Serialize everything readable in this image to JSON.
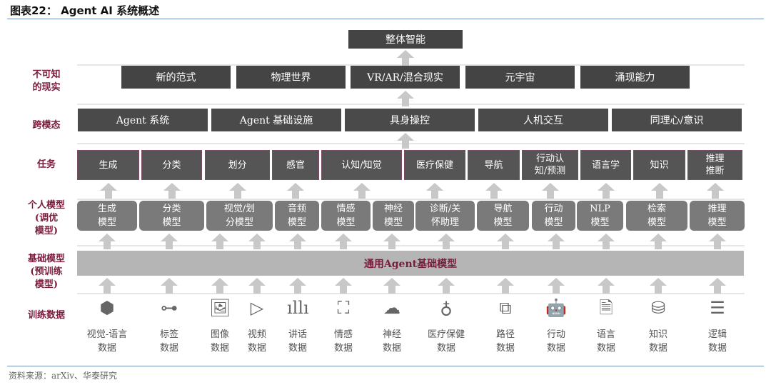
{
  "title": "图表22： Agent AI 系统概述",
  "top": "整体智能",
  "row_labels": {
    "emergent": "不可知\n的现实",
    "cross": "跨模态",
    "task": "任务",
    "personal": "个人模型\n(调优\n模型)",
    "base": "基础模型\n(预训练\n模型)",
    "data": "训练数据"
  },
  "emergent": [
    "新的范式",
    "物理世界",
    "VR/AR/混合现实",
    "元宇宙",
    "涌现能力"
  ],
  "cross": [
    "Agent 系统",
    "Agent 基础设施",
    "具身操控",
    "人机交互",
    "同理心/意识"
  ],
  "tasks": [
    "生成",
    "分类",
    "划分",
    "感官",
    "认知/知觉",
    "医疗保健",
    "导航",
    "行动认\n知/预测",
    "语言学",
    "知识",
    "推理\n推断"
  ],
  "models": [
    "生成\n模型",
    "分类\n模型",
    "视觉/划\n分模型",
    "音频\n模型",
    "情感\n模型",
    "神经\n模型",
    "诊断/关\n怀助理",
    "导航\n模型",
    "行动\n模型",
    "NLP\n模型",
    "检索\n模型",
    "推理\n模型"
  ],
  "foundation": "通用Agent基础模型",
  "data": [
    {
      "icon": "hexagon-leaf-icon",
      "glyph": "⬢",
      "label": "视觉-语言\n数据"
    },
    {
      "icon": "tree-label-icon",
      "glyph": "⊶",
      "label": "标签\n数据"
    },
    {
      "icon": "image-icon",
      "glyph": "🖼",
      "label": "图像\n数据"
    },
    {
      "icon": "video-icon",
      "glyph": "▷",
      "label": "视频\n数据"
    },
    {
      "icon": "soundwave-icon",
      "glyph": "ıllı",
      "label": "讲话\n数据"
    },
    {
      "icon": "emotion-icon",
      "glyph": "⛶",
      "label": "情感\n数据"
    },
    {
      "icon": "neural-cloud-icon",
      "glyph": "☁",
      "label": "神经\n数据"
    },
    {
      "icon": "health-icon",
      "glyph": "♁",
      "label": "医疗保健\n数据"
    },
    {
      "icon": "path-icon",
      "glyph": "⧉",
      "label": "路径\n数据"
    },
    {
      "icon": "robot-icon",
      "glyph": "🤖",
      "label": "行动\n数据"
    },
    {
      "icon": "document-icon",
      "glyph": "🗎",
      "label": "语言\n数据"
    },
    {
      "icon": "database-icon",
      "glyph": "⛁",
      "label": "知识\n数据"
    },
    {
      "icon": "logic-icon",
      "glyph": "☰",
      "label": "逻辑\n数据"
    }
  ],
  "source": "资料来源：arXiv、华泰研究"
}
